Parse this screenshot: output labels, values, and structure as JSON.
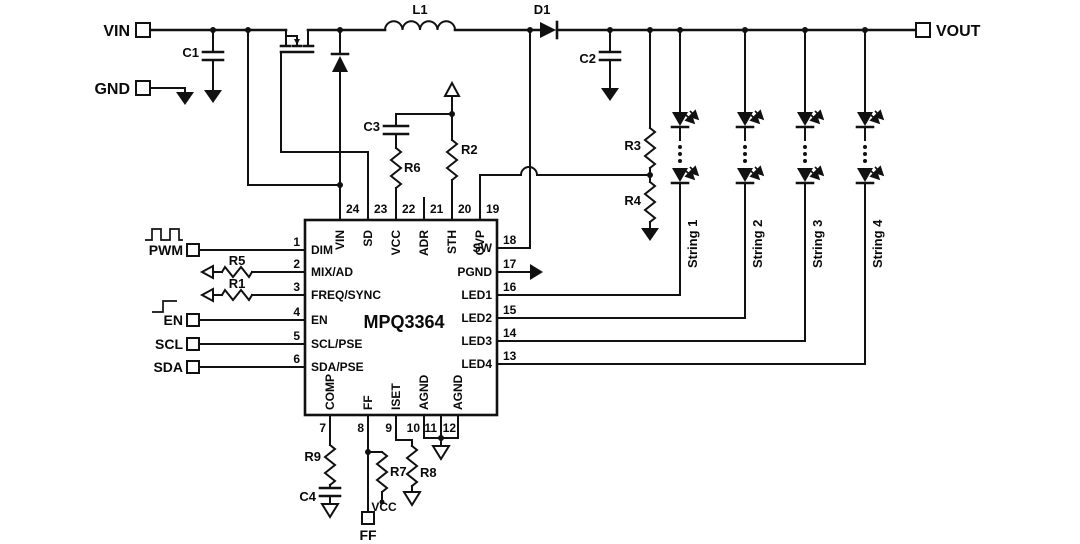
{
  "ic": {
    "name": "MPQ3364",
    "left_pins": [
      {
        "num": "1",
        "label": "DIM"
      },
      {
        "num": "2",
        "label": "MIX/AD"
      },
      {
        "num": "3",
        "label": "FREQ/SYNC"
      },
      {
        "num": "4",
        "label": "EN"
      },
      {
        "num": "5",
        "label": "SCL/PSE"
      },
      {
        "num": "6",
        "label": "SDA/PSE"
      }
    ],
    "top_pins": [
      {
        "num": "24",
        "label": "VIN"
      },
      {
        "num": "23",
        "label": "SD"
      },
      {
        "num": "22",
        "label": "VCC"
      },
      {
        "num": "21",
        "label": "ADR"
      },
      {
        "num": "20",
        "label": "STH"
      },
      {
        "num": "19",
        "label": "OVP"
      }
    ],
    "right_pins": [
      {
        "num": "18",
        "label": "SW"
      },
      {
        "num": "17",
        "label": "PGND"
      },
      {
        "num": "16",
        "label": "LED1"
      },
      {
        "num": "15",
        "label": "LED2"
      },
      {
        "num": "14",
        "label": "LED3"
      },
      {
        "num": "13",
        "label": "LED4"
      }
    ],
    "bottom_pins": [
      {
        "num": "7",
        "label": "COMP"
      },
      {
        "num": "8",
        "label": "FF"
      },
      {
        "num": "9",
        "label": "ISET"
      },
      {
        "num": "10",
        "label": "AGND"
      },
      {
        "num": "11",
        "label": ""
      },
      {
        "num": "12",
        "label": "AGND"
      }
    ]
  },
  "terminals": {
    "vin": "VIN",
    "gnd": "GND",
    "vout": "VOUT",
    "pwm": "PWM",
    "en": "EN",
    "scl": "SCL",
    "sda": "SDA",
    "ff": "FF"
  },
  "nets": {
    "vcc": "VCC"
  },
  "components": {
    "c1": "C1",
    "c2": "C2",
    "c3": "C3",
    "c4": "C4",
    "l1": "L1",
    "d1": "D1",
    "r1": "R1",
    "r2": "R2",
    "r3": "R3",
    "r4": "R4",
    "r5": "R5",
    "r6": "R6",
    "r7": "R7",
    "r8": "R8",
    "r9": "R9"
  },
  "led_strings": {
    "labels": [
      "String 1",
      "String 2",
      "String 3",
      "String 4"
    ]
  }
}
